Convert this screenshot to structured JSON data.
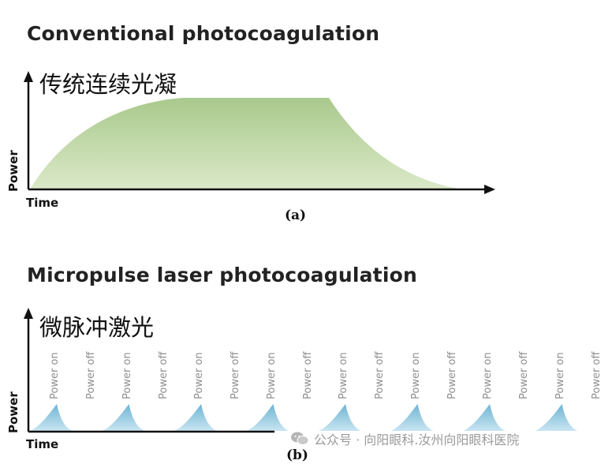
{
  "panel_a": {
    "title": "Conventional photocoagulation",
    "subtitle_cn": "传统连续光凝",
    "ylabel": "Power",
    "xlabel": "Time",
    "label": "(a)"
  },
  "panel_b": {
    "title": "Micropulse laser photocoagulation",
    "subtitle_cn": "微脉冲激光",
    "ylabel": "Power",
    "xlabel": "Time",
    "label": "(b)",
    "on_label": "Power on",
    "off_label": "Power off",
    "pulse_count": 8
  },
  "watermark": "公众号 · 向阳眼科.汝州向阳眼科医院",
  "colors": {
    "green_top": "#a9c98d",
    "green_bottom": "#d9e8c7",
    "blue_top": "#6fb4d3",
    "blue_bottom": "#c7e4f1",
    "axis": "#111111"
  }
}
